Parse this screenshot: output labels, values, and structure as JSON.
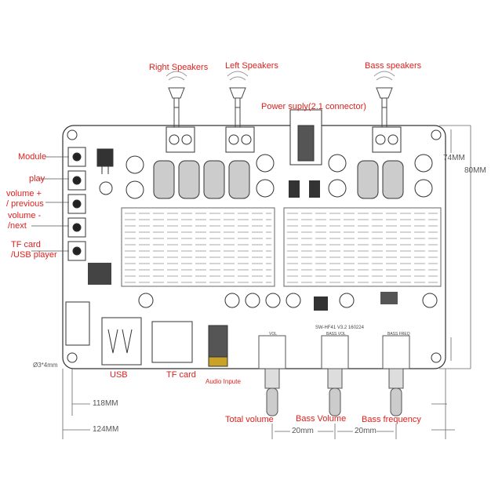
{
  "speakers": {
    "right": "Right Speakers",
    "left": "Left Speakers",
    "bass": "Bass speakers"
  },
  "power_label": "Power suply(2.1 connector)",
  "buttons": {
    "module": "Module",
    "play": "play",
    "volume_plus": "volume +",
    "previous": "/ previous",
    "volume_minus": "volume -",
    "next": "/next",
    "tf_card": "TF card",
    "usb_player": "/USB player"
  },
  "ports": {
    "usb": "USB",
    "tf_card": "TF card",
    "audio": "Audio Inpute"
  },
  "knobs": {
    "total_volume": "Total volume",
    "bass_volume": "Bass Volume",
    "bass_frequency": "Bass frequency",
    "vol_silk": "VOL",
    "bass_vol_silk": "BASS VOL",
    "bass_freq_silk": "BASS FREQ"
  },
  "board_model": "SW-HF41 V3.2 160224",
  "dimensions": {
    "height_inner": "74MM",
    "height_outer": "80MM",
    "hole": "Ø3*4mm",
    "width_inner": "118MM",
    "width_outer": "124MM",
    "spacing_1": "20mm",
    "spacing_2": "20mm"
  },
  "colors": {
    "label": "#e0201c",
    "line": "#333333",
    "jack": "#c9a227"
  }
}
